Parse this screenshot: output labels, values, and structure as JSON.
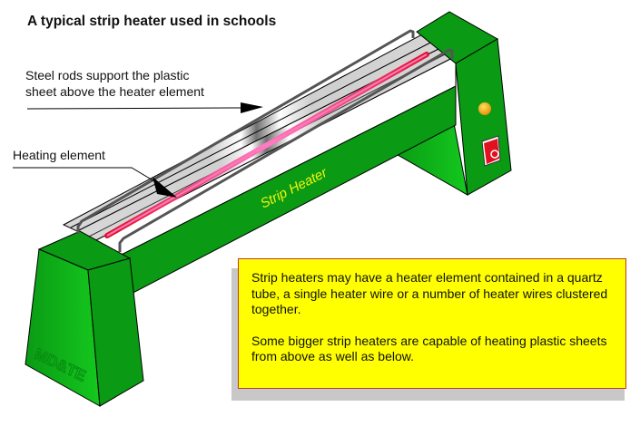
{
  "title": "A typical strip heater used in schools",
  "labels": {
    "steel_rods": [
      "Steel rods support the plastic",
      "sheet above the heater element"
    ],
    "heating_element": "Heating element"
  },
  "machine": {
    "beam_text": "Strip Heater",
    "logo_text": "MD&TE",
    "colors": {
      "body_green": "#0a9a14",
      "body_green_light": "#12c21c",
      "element_pink": "#f05a9a",
      "element_red": "#e0102a",
      "text_yellow": "#f4f40a",
      "lamp_orange": "#f2a400",
      "switch_red": "#e0101e"
    },
    "switch_symbol": "O"
  },
  "info": {
    "paragraphs": [
      "Strip heaters may have a heater element contained in a quartz tube, a single heater wire or a number of heater wires clustered together.",
      "Some bigger strip heaters are capable of heating plastic sheets from above as well as below."
    ],
    "colors": {
      "background": "#ffff00",
      "border": "#c0392b",
      "shadow": "#c8c8c8"
    }
  }
}
